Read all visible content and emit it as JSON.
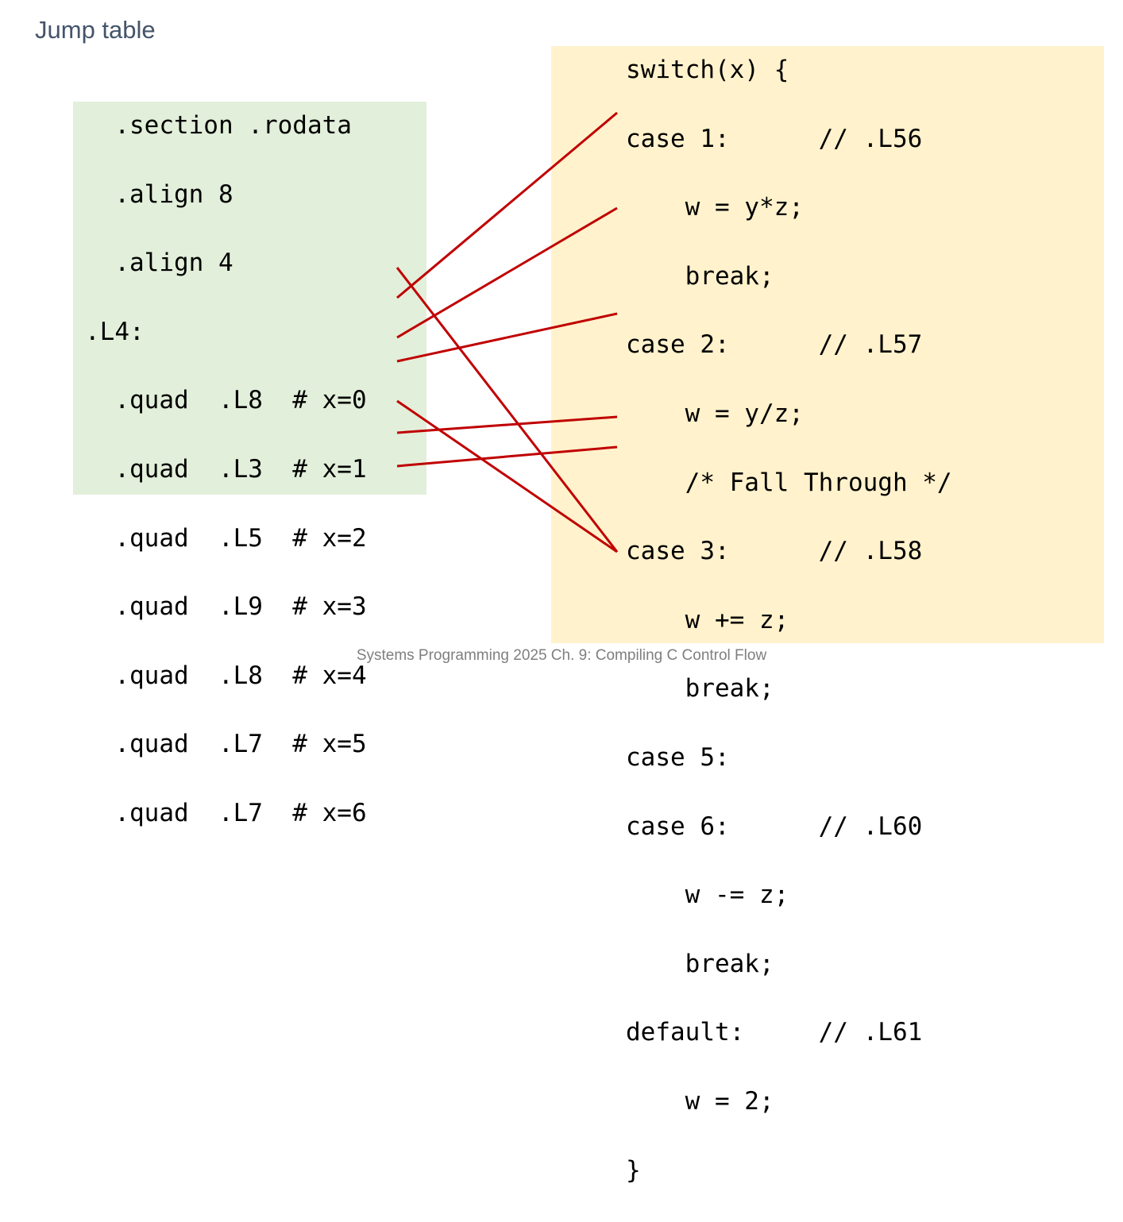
{
  "slide": {
    "title": "Jump table",
    "footer": "Systems Programming 2025 Ch. 9: Compiling C Control Flow"
  },
  "asm_lines": [
    "  .section .rodata",
    "  .align 8",
    "  .align 4",
    ".L4:",
    "  .quad  .L8  # x=0",
    "  .quad  .L3  # x=1",
    "  .quad  .L5  # x=2",
    "  .quad  .L9  # x=3",
    "  .quad  .L8  # x=4",
    "  .quad  .L7  # x=5",
    "  .quad  .L7  # x=6"
  ],
  "c_lines": [
    "switch(x) {",
    "case 1:      // .L56",
    "    w = y*z;",
    "    break;",
    "case 2:      // .L57",
    "    w = y/z;",
    "    /* Fall Through */",
    "case 3:      // .L58",
    "    w += z;",
    "    break;",
    "case 5:",
    "case 6:      // .L60",
    "    w -= z;",
    "    break;",
    "default:     // .L61",
    "    w = 2;",
    "}"
  ],
  "connections": [
    {
      "from": "x=0",
      "to": "default:"
    },
    {
      "from": "x=1",
      "to": "case 1:"
    },
    {
      "from": "x=2",
      "to": "case 2:"
    },
    {
      "from": "x=3",
      "to": "case 3:"
    },
    {
      "from": "x=4",
      "to": "default:"
    },
    {
      "from": "x=5",
      "to": "case 5:"
    },
    {
      "from": "x=6",
      "to": "case 6:"
    }
  ],
  "colors": {
    "arrow": "#c00000",
    "asm_background": "#e2efda",
    "c_background": "#fff2cc"
  }
}
